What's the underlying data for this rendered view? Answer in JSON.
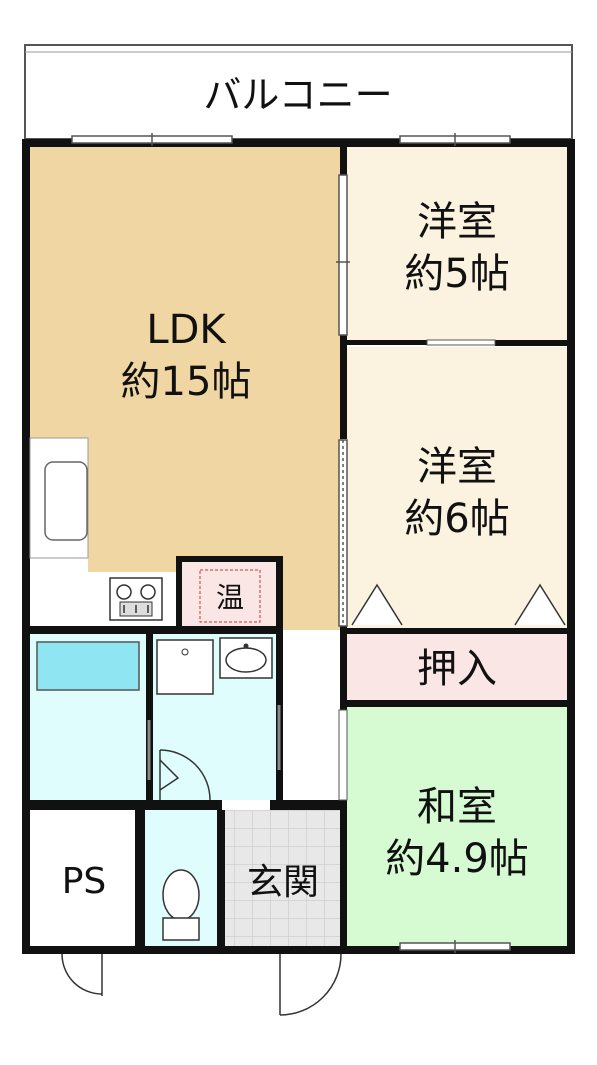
{
  "rooms": {
    "balcony": {
      "label": "バルコニー"
    },
    "ldk": {
      "label": "LDK",
      "size": "約15帖"
    },
    "western1": {
      "label": "洋室",
      "size": "約5帖"
    },
    "western2": {
      "label": "洋室",
      "size": "約6帖"
    },
    "closet": {
      "label": "押入"
    },
    "japanese": {
      "label": "和室",
      "size": "約4.9帖"
    },
    "water_heater": {
      "label": "温"
    },
    "entrance": {
      "label": "玄関"
    },
    "ps": {
      "label": "PS"
    }
  },
  "colors": {
    "ldk": "#efd6a2",
    "western": "#fbf3e0",
    "closet": "#fbe6e6",
    "japanese": "#d6fbd2",
    "wet_area": "#dffdfd",
    "bathtub": "#8fe6f2",
    "entrance": "#e6e6e6",
    "wall": "#111111"
  }
}
